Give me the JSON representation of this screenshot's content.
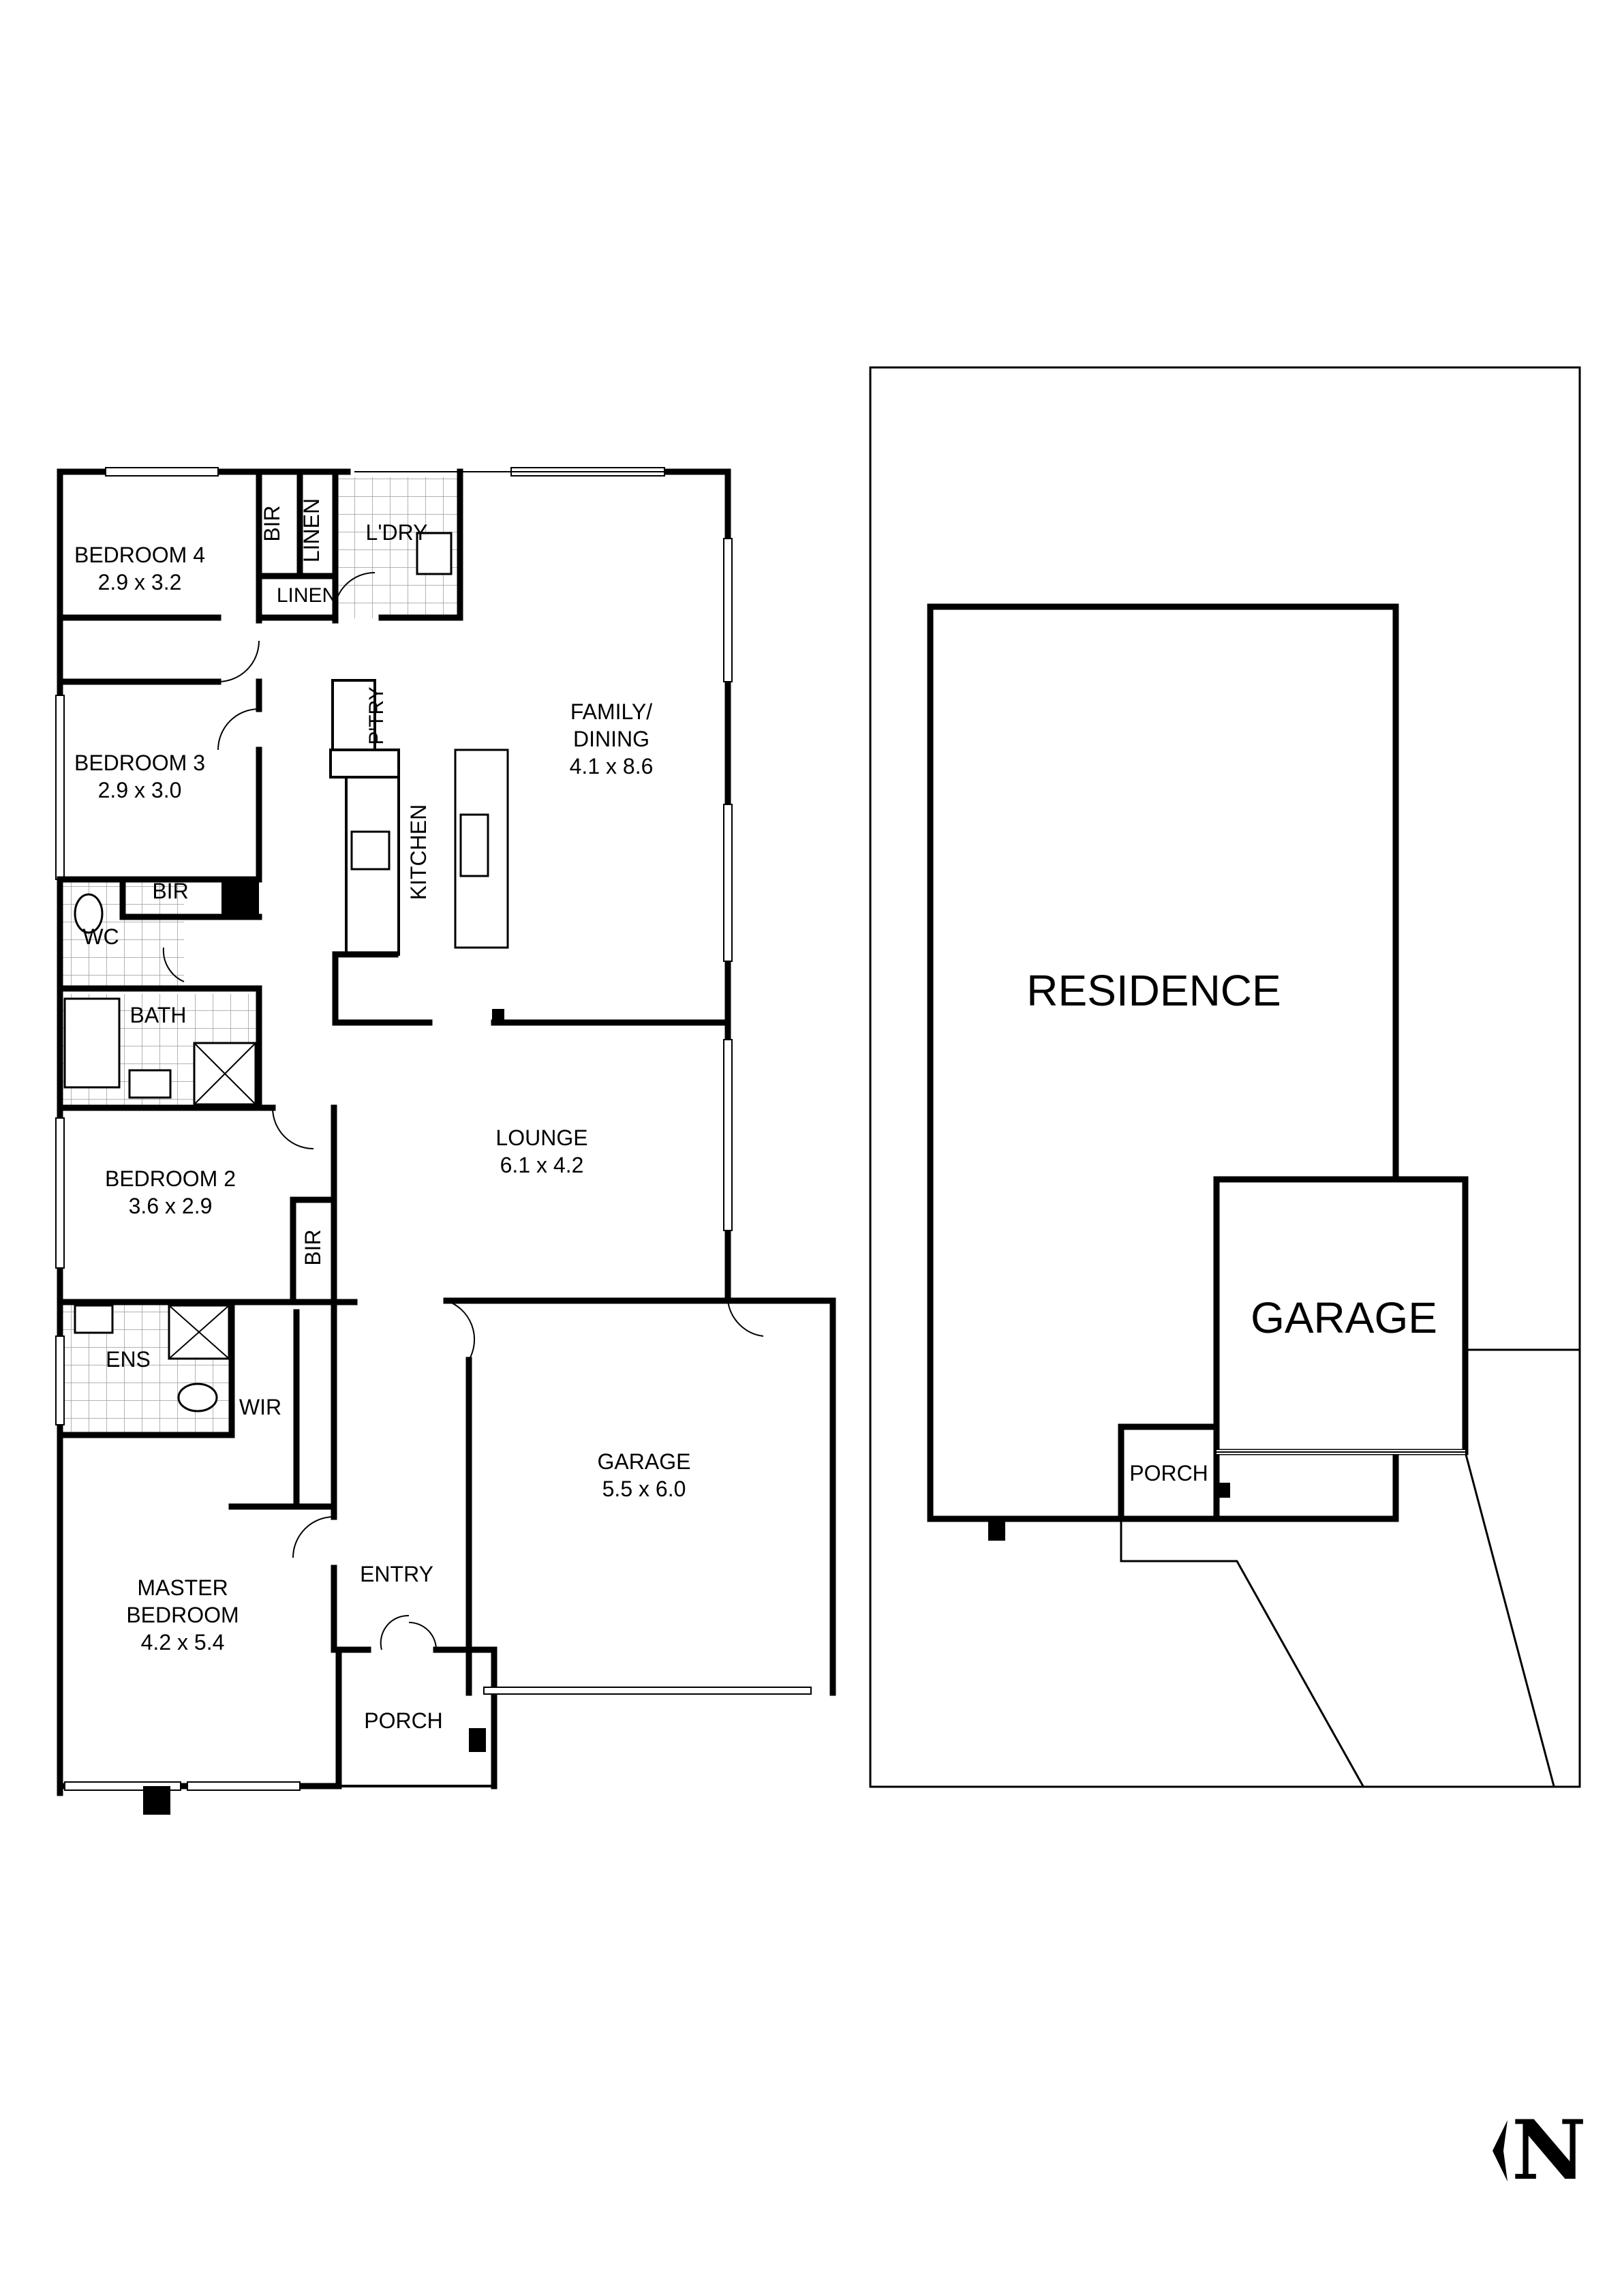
{
  "floor_plan": {
    "rooms": {
      "bedroom4": {
        "name": "BEDROOM 4",
        "size": "2.9 x 3.2"
      },
      "bedroom3": {
        "name": "BEDROOM 3",
        "size": "2.9 x 3.0"
      },
      "bedroom2": {
        "name": "BEDROOM 2",
        "size": "3.6 x 2.9"
      },
      "master": {
        "name_line1": "MASTER",
        "name_line2": "BEDROOM",
        "size": "4.2 x 5.4"
      },
      "family": {
        "name_line1": "FAMILY/",
        "name_line2": "DINING",
        "size": "4.1 x 8.6"
      },
      "lounge": {
        "name": "LOUNGE",
        "size": "6.1 x 4.2"
      },
      "garage": {
        "name": "GARAGE",
        "size": "5.5 x 6.0"
      },
      "kitchen": {
        "name": "KITCHEN"
      },
      "pantry": {
        "name": "P'TRY"
      },
      "laundry": {
        "name": "L'DRY"
      },
      "bir_bed4": {
        "name": "BIR"
      },
      "linen1": {
        "name": "LINEN"
      },
      "linen2": {
        "name": "LINEN"
      },
      "bir_bed3": {
        "name": "BIR"
      },
      "bir_bed2": {
        "name": "BIR"
      },
      "wc": {
        "name": "WC"
      },
      "bath": {
        "name": "BATH"
      },
      "ens": {
        "name": "ENS"
      },
      "wir": {
        "name": "WIR"
      },
      "entry": {
        "name": "ENTRY"
      },
      "porch": {
        "name": "PORCH"
      }
    }
  },
  "site_plan": {
    "residence": "RESIDENCE",
    "garage": "GARAGE",
    "porch": "PORCH"
  },
  "compass": {
    "letter": "N"
  }
}
